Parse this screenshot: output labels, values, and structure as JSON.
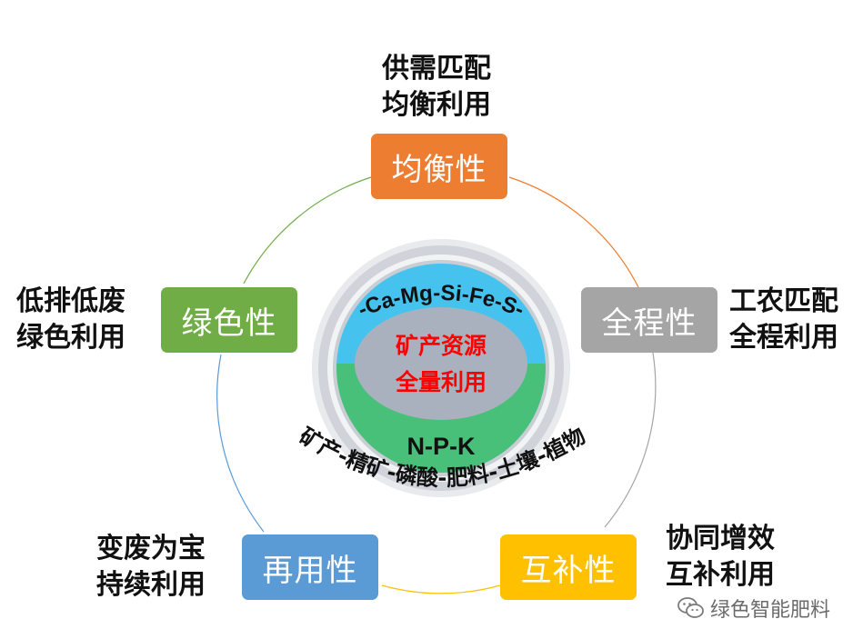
{
  "center": {
    "top_text": "-Ca-Mg-Si-Fe-S-",
    "core_line1": "矿产资源",
    "core_line2": "全量利用",
    "bottom_text": "N-P-K",
    "chain_text": "矿产-精矿-磷酸-肥料-土壤-植物"
  },
  "nodes": {
    "top": {
      "label": "均衡性",
      "desc_line1": "供需匹配",
      "desc_line2": "均衡利用",
      "color": "#ED7D31"
    },
    "right": {
      "label": "全程性",
      "desc_line1": "工农匹配",
      "desc_line2": "全程利用",
      "color": "#A5A5A5"
    },
    "bottom_right": {
      "label": "互补性",
      "desc_line1": "协同增效",
      "desc_line2": "互补利用",
      "color": "#FFC000"
    },
    "bottom_left": {
      "label": "再用性",
      "desc_line1": "变废为宝",
      "desc_line2": "持续利用",
      "color": "#5B9BD5"
    },
    "left": {
      "label": "绿色性",
      "desc_line1": "低排低废",
      "desc_line2": "绿色利用",
      "color": "#70AD47"
    }
  },
  "colors": {
    "center_top": "#45C3EE",
    "center_bottom": "#48C07A",
    "core_oval": "#A9B1BE",
    "core_text": "#FF0000",
    "ring": "#D0D4DA"
  },
  "watermark": {
    "text": "绿色智能肥料",
    "icon": "wechat-icon"
  }
}
